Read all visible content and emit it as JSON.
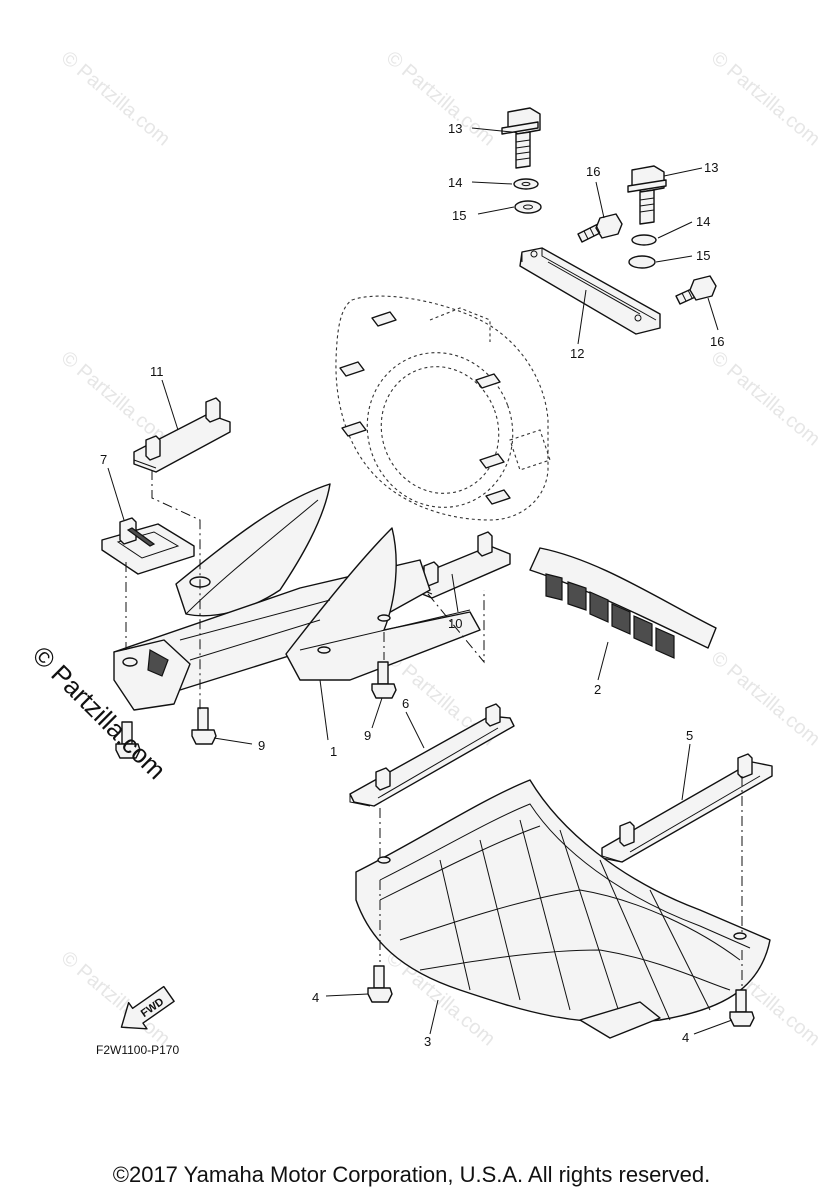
{
  "watermark": "© Partzilla.com",
  "figure_code": "F2W1100-P170",
  "fwd_label": "FWD",
  "copyright": "©2017  Yamaha Motor Corporation, U.S.A. All rights reserved.",
  "callouts": {
    "c1": "1",
    "c2": "2",
    "c3": "3",
    "c4a": "4",
    "c4b": "4",
    "c5": "5",
    "c6": "6",
    "c7": "7",
    "c9a": "9",
    "c9b": "9",
    "c10": "10",
    "c11": "11",
    "c12": "12",
    "c13a": "13",
    "c13b": "13",
    "c14a": "14",
    "c14b": "14",
    "c15a": "15",
    "c15b": "15",
    "c16a": "16",
    "c16b": "16"
  }
}
